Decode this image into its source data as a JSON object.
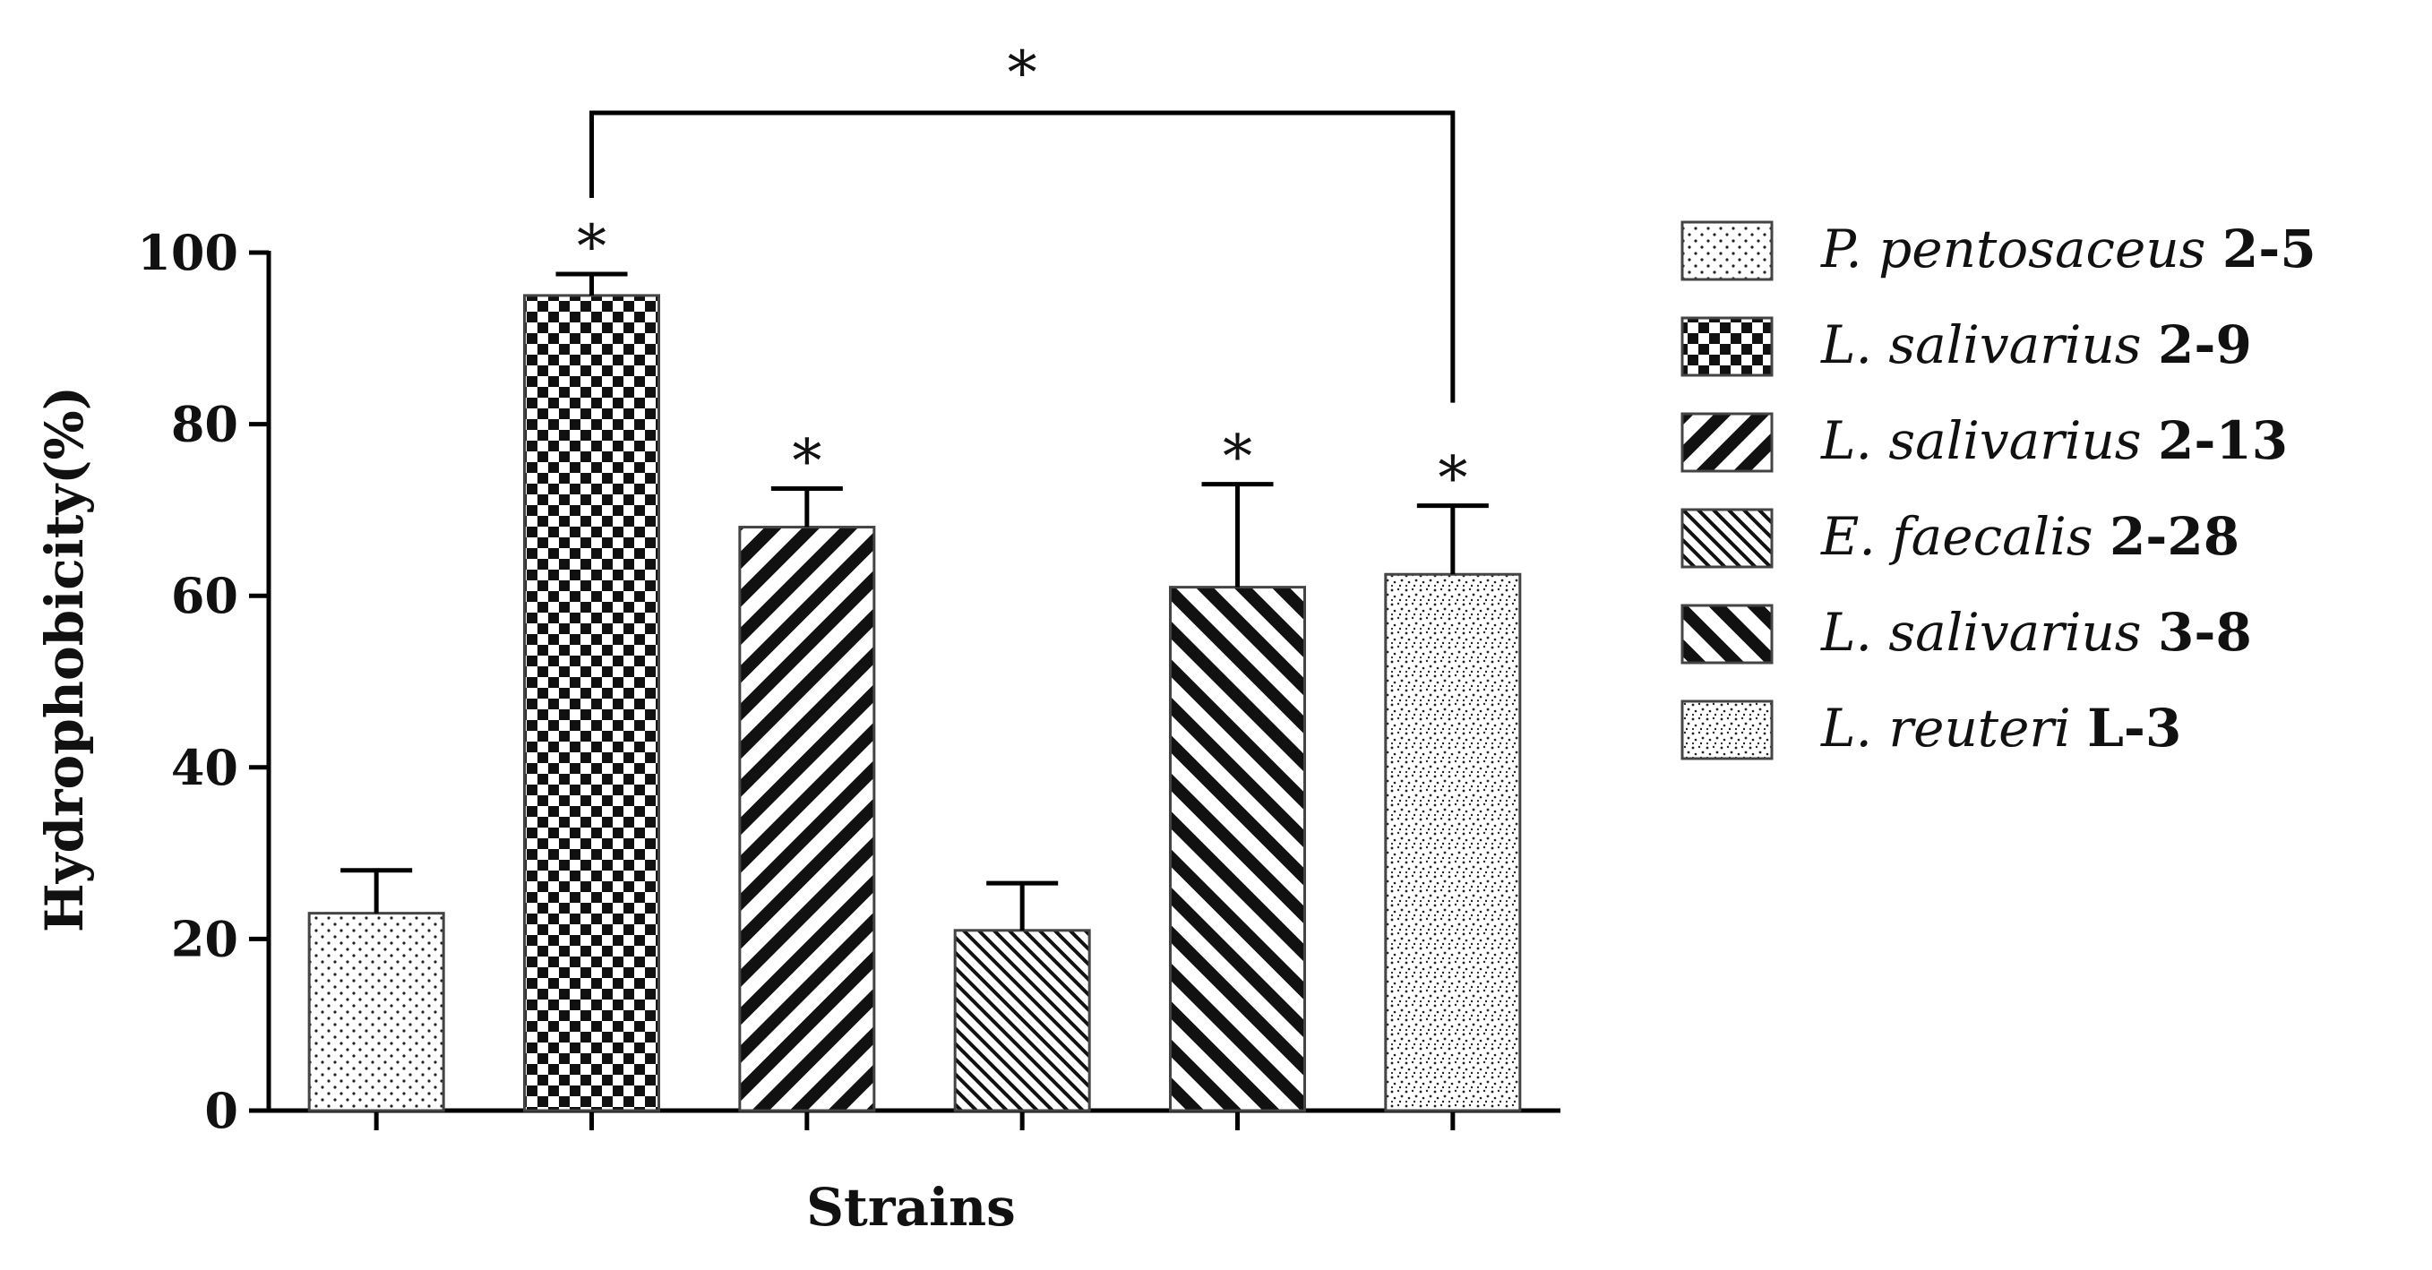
{
  "chart_data": {
    "type": "bar",
    "xlabel": "Strains",
    "ylabel": "Hydrophobicity(%)",
    "ylim": [
      0,
      100
    ],
    "yticks": [
      "0",
      "20",
      "40",
      "60",
      "80",
      "100"
    ],
    "categories": [
      "P. pentosaceus 2-5",
      "L. salivarius 2-9",
      "L. salivarius 2-13",
      "E. faecalis 2-28",
      "L. salivarius 3-8",
      "L. reuteri L-3"
    ],
    "values": [
      23,
      95,
      68,
      21,
      61,
      62.5
    ],
    "errors": [
      5,
      2.5,
      4.5,
      5.5,
      12,
      8
    ],
    "significance": [
      "",
      "*",
      "*",
      "",
      "*",
      "*"
    ],
    "bracket": {
      "from": 1,
      "to": 5,
      "label": "*"
    },
    "patterns": [
      "fine-dots",
      "checker",
      "wide-diagonal",
      "fine-diagonal-back",
      "wide-diagonal-back",
      "speckle"
    ],
    "legend": {
      "placement": "right",
      "items": [
        {
          "species": "P. pentosaceus",
          "strain": "2-5"
        },
        {
          "species": "L. salivarius",
          "strain": "2-9"
        },
        {
          "species": "L. salivarius",
          "strain": "2-13"
        },
        {
          "species": "E. faecalis",
          "strain": "2-28"
        },
        {
          "species": "L. salivarius",
          "strain": "3-8"
        },
        {
          "species": "L. reuteri",
          "strain": "L-3"
        }
      ]
    },
    "grid": false
  }
}
